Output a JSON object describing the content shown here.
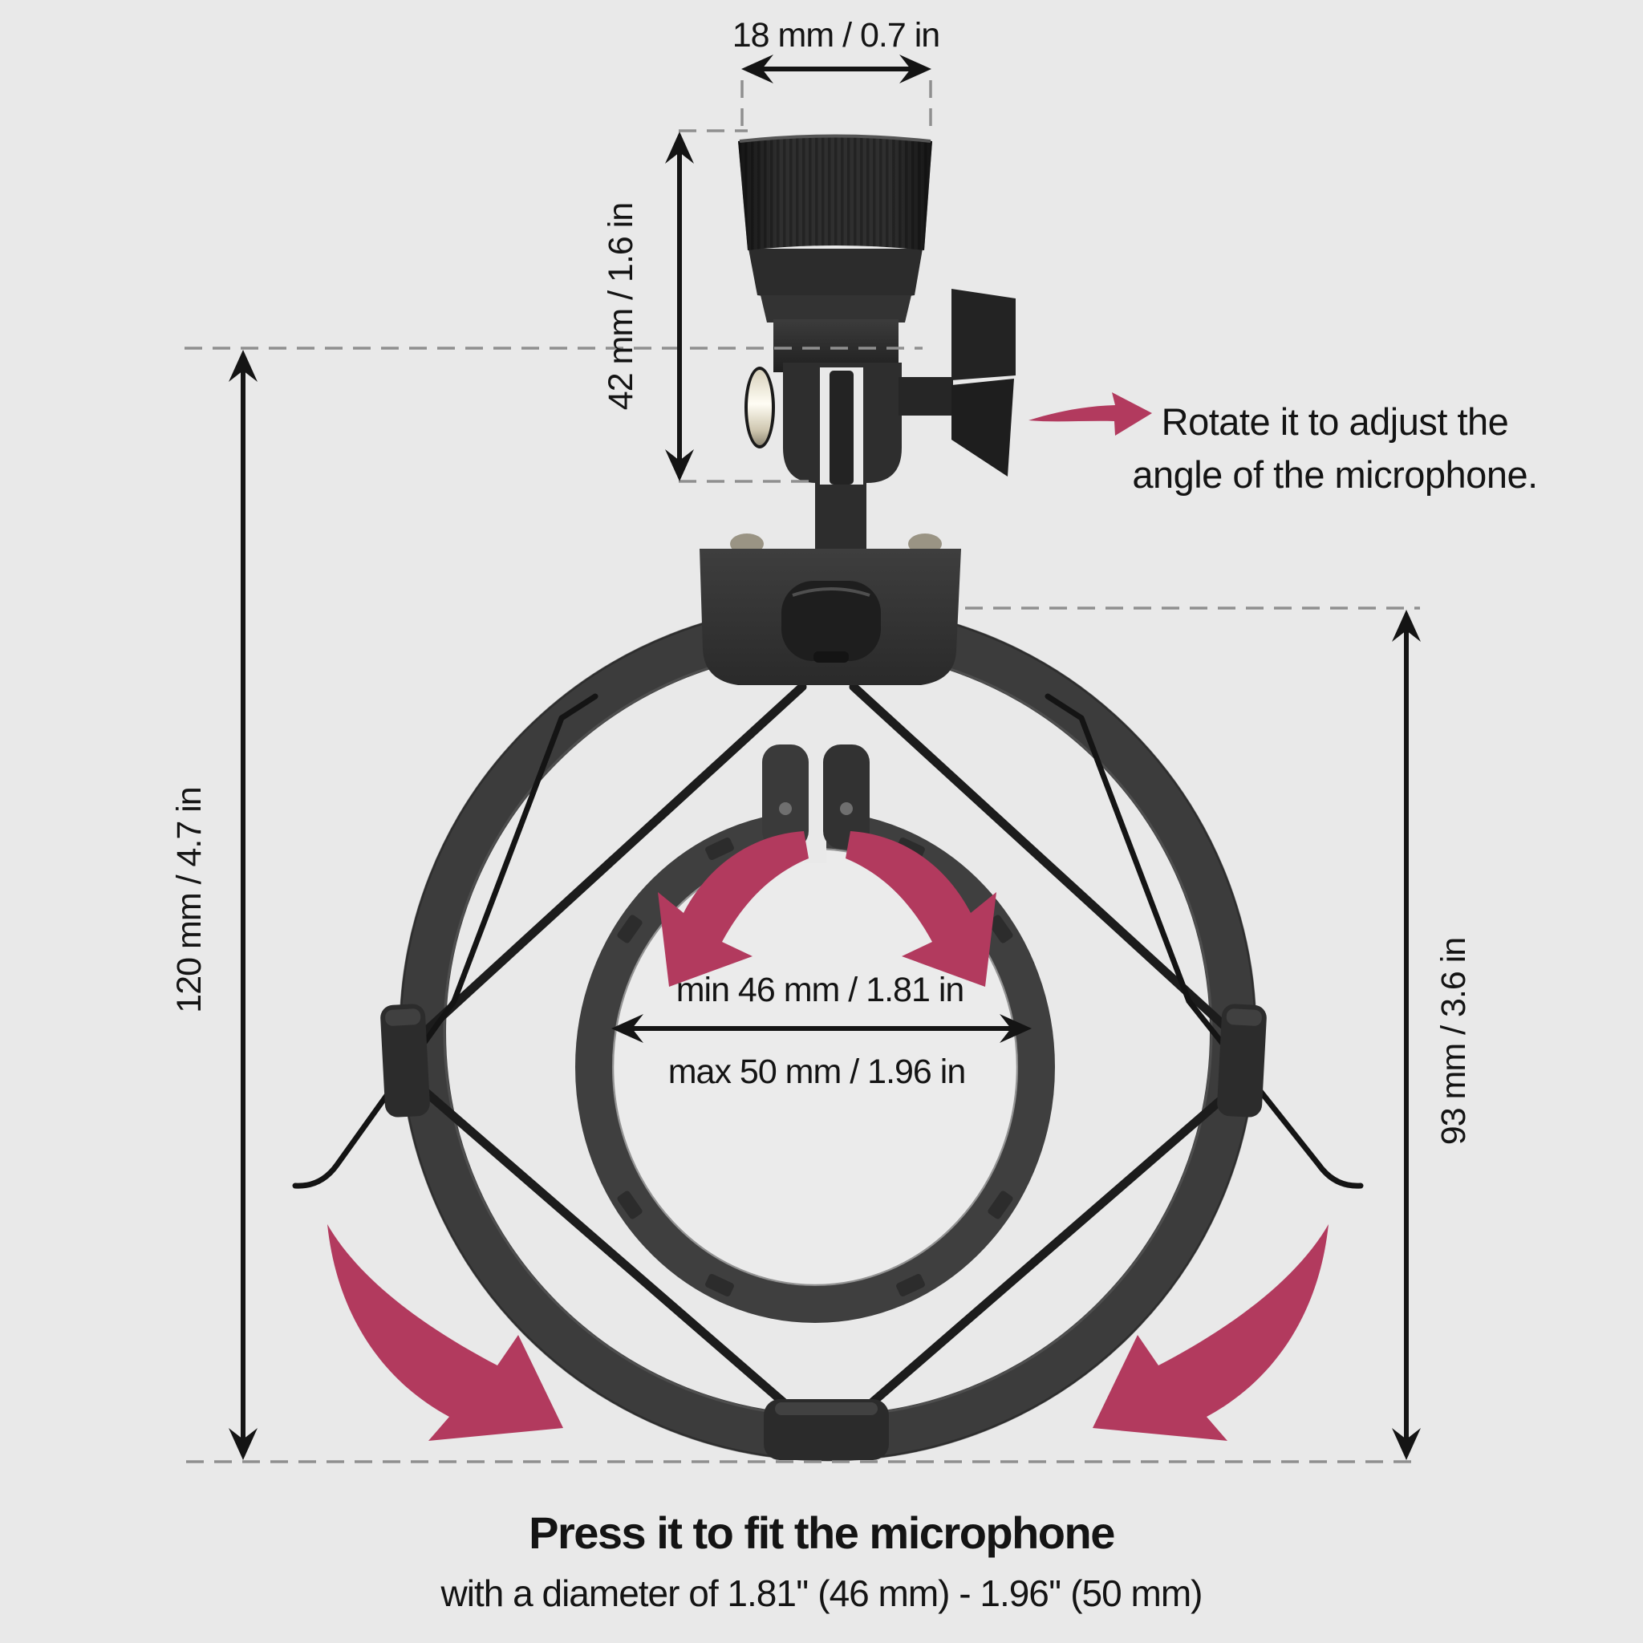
{
  "colors": {
    "background": "#e9e9e9",
    "accent_pink": "#b23a5e",
    "dimension_line": "#141414",
    "dashed_guide": "#8f8f8f",
    "product_dark": "#2a2a2a",
    "product_ring": "#3c3c3c",
    "chrome": "#efe9d8"
  },
  "dimensions": {
    "thread_width": "18 mm / 0.7 in",
    "mount_height": "42 mm / 1.6 in",
    "overall_height": "120 mm / 4.7 in",
    "ring_height": "93 mm / 3.6 in",
    "clamp_min": "min 46 mm / 1.81 in",
    "clamp_max": "max 50 mm / 1.96 in"
  },
  "annotations": {
    "rotate_note_line1": "Rotate it to adjust the",
    "rotate_note_line2": "angle of the microphone."
  },
  "captions": {
    "title": "Press it to fit the microphone",
    "subtitle": "with a diameter of 1.81'' (46 mm) - 1.96'' (50 mm)"
  }
}
